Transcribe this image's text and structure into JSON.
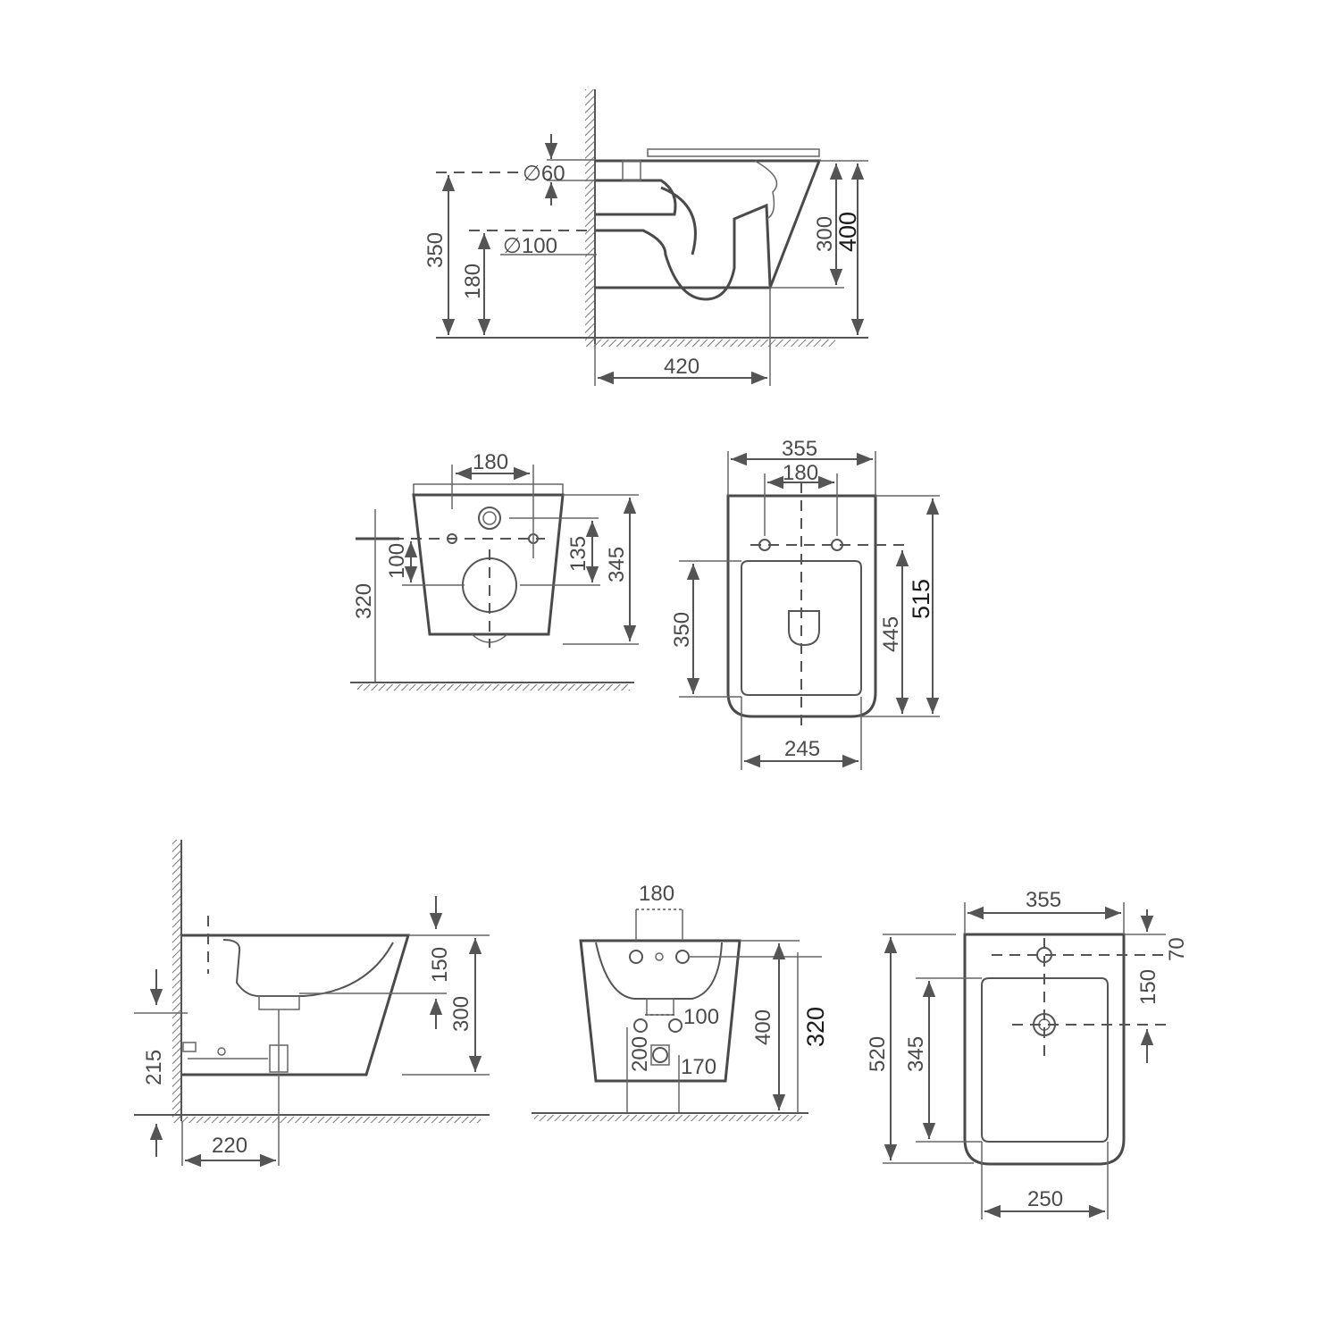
{
  "drawing": {
    "title": "Wall-hung toilet and bidet dimension drawings (mm)",
    "line_color": "#555555",
    "background": "#ffffff"
  },
  "toilet_side": {
    "pipe_small": "∅60",
    "pipe_large": "∅100",
    "height_350": "350",
    "height_180": "180",
    "height_300": "300",
    "height_400": "400",
    "depth_420": "420"
  },
  "toilet_back": {
    "width_180": "180",
    "height_100": "100",
    "height_135": "135",
    "height_345": "345",
    "height_320": "320"
  },
  "toilet_top": {
    "width_355": "355",
    "width_180": "180",
    "height_350": "350",
    "height_445": "445",
    "height_515": "515",
    "width_245": "245"
  },
  "bidet_side": {
    "height_150": "150",
    "height_300": "300",
    "height_215": "215",
    "depth_220": "220"
  },
  "bidet_front": {
    "width_180": "180",
    "width_100": "100",
    "height_200": "200",
    "height_170": "170",
    "height_400": "400",
    "height_320": "320"
  },
  "bidet_top": {
    "width_355": "355",
    "offset_70": "70",
    "height_150": "150",
    "height_520": "520",
    "height_345": "345",
    "width_250": "250"
  }
}
